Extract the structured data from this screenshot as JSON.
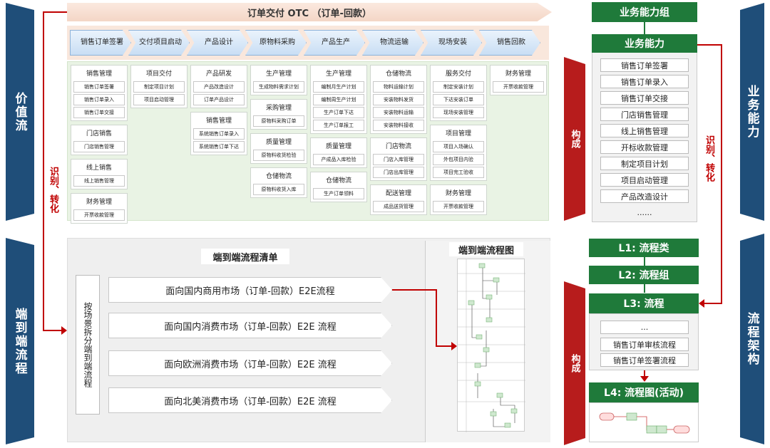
{
  "left_bands": [
    "价值流",
    "端到端流程"
  ],
  "right_bands": [
    "业务能力",
    "流程架构"
  ],
  "identify_label": "识别、转化",
  "compose_label": "构成",
  "otc_title": "订单交付 OTC （订单-回款）",
  "steps": [
    "销售订单签署",
    "交付项目启动",
    "产品设计",
    "原物料采购",
    "产品生产",
    "物流运输",
    "现场安装",
    "销售回款"
  ],
  "cap_cols": [
    [
      {
        "t": "销售管理",
        "i": [
          "销售订单签署",
          "销售订单录入",
          "销售订单交接"
        ]
      },
      {
        "t": "门店销售",
        "i": [
          "门店销售管理"
        ]
      },
      {
        "t": "线上销售",
        "i": [
          "线上销售管理"
        ]
      },
      {
        "t": "财务管理",
        "i": [
          "开票收款管理"
        ]
      }
    ],
    [
      {
        "t": "项目交付",
        "i": [
          "制定项目计划",
          "项目启动管理"
        ]
      }
    ],
    [
      {
        "t": "产品研发",
        "i": [
          "产品改造设计",
          "订单产品设计"
        ]
      },
      {
        "t": "销售管理",
        "i": [
          "系统销售订单录入",
          "系统销售订单下达"
        ]
      }
    ],
    [
      {
        "t": "生产管理",
        "i": [
          "生成物料需求计划"
        ]
      },
      {
        "t": "采购管理",
        "i": [
          "原物料采购订单"
        ]
      },
      {
        "t": "质量管理",
        "i": [
          "原物料收货检验"
        ]
      },
      {
        "t": "仓储物流",
        "i": [
          "原物料收货入库"
        ]
      }
    ],
    [
      {
        "t": "生产管理",
        "i": [
          "编制月生产计划",
          "编制周生产计划",
          "生产订单下达",
          "生产订单报工"
        ]
      },
      {
        "t": "质量管理",
        "i": [
          "产成品入库检验"
        ]
      },
      {
        "t": "仓储物流",
        "i": [
          "生产订单领料"
        ]
      }
    ],
    [
      {
        "t": "仓储物流",
        "i": [
          "物料运输计划",
          "安装物料发货",
          "安装物料运输",
          "安装物料接收"
        ]
      },
      {
        "t": "门店物流",
        "i": [
          "门店入库管理",
          "门店出库管理"
        ]
      },
      {
        "t": "配送管理",
        "i": [
          "成品送货管理"
        ]
      }
    ],
    [
      {
        "t": "服务交付",
        "i": [
          "制定安装计划",
          "下达安装订单",
          "现场安装管理"
        ]
      },
      {
        "t": "项目管理",
        "i": [
          "项目入场确认",
          "外包项目内验",
          "项目完工验收"
        ]
      },
      {
        "t": "财务管理",
        "i": [
          "开票收款管理"
        ]
      }
    ],
    [
      {
        "t": "财务管理",
        "i": [
          "开票收款管理"
        ]
      }
    ]
  ],
  "e2e_list_title": "端到端流程清单",
  "scene_label": "按场景拆分端到端流程",
  "flows": [
    "面向国内商用市场（订单-回款）E2E流程",
    "面向国内消费市场（订单-回款）E2E 流程",
    "面向欧洲消费市场（订单-回款）E2E 流程",
    "面向北美消费市场（订单-回款）E2E 流程"
  ],
  "e2e_chart_title": "端到端流程图",
  "cap_group": "业务能力组",
  "cap": "业务能力",
  "cap_items": [
    "销售订单签署",
    "销售订单录入",
    "销售订单交接",
    "门店销售管理",
    "线上销售管理",
    "开标收款管理",
    "制定项目计划",
    "项目启动管理",
    "产品改造设计",
    "......"
  ],
  "l1": "L1: 流程类",
  "l2": "L2: 流程组",
  "l3": "L3: 流程",
  "l3_items": [
    "...",
    "销售订单审核流程",
    "销售订单签署流程"
  ],
  "l4": "L4: 流程图(活动)"
}
